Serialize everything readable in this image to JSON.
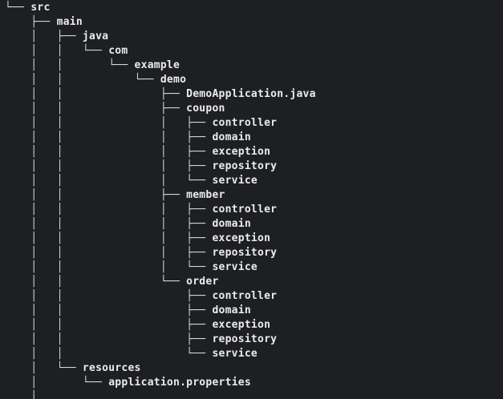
{
  "tree": {
    "lines": [
      {
        "prefix": "└── ",
        "name": "src"
      },
      {
        "prefix": "    ├── ",
        "name": "main"
      },
      {
        "prefix": "    │   ├── ",
        "name": "java"
      },
      {
        "prefix": "    │   │   └── ",
        "name": "com"
      },
      {
        "prefix": "    │   │       └── ",
        "name": "example"
      },
      {
        "prefix": "    │   │           └── ",
        "name": "demo"
      },
      {
        "prefix": "    │   │               ├── ",
        "name": "DemoApplication.java"
      },
      {
        "prefix": "    │   │               ├── ",
        "name": "coupon"
      },
      {
        "prefix": "    │   │               │   ├── ",
        "name": "controller"
      },
      {
        "prefix": "    │   │               │   ├── ",
        "name": "domain"
      },
      {
        "prefix": "    │   │               │   ├── ",
        "name": "exception"
      },
      {
        "prefix": "    │   │               │   ├── ",
        "name": "repository"
      },
      {
        "prefix": "    │   │               │   └── ",
        "name": "service"
      },
      {
        "prefix": "    │   │               ├── ",
        "name": "member"
      },
      {
        "prefix": "    │   │               │   ├── ",
        "name": "controller"
      },
      {
        "prefix": "    │   │               │   ├── ",
        "name": "domain"
      },
      {
        "prefix": "    │   │               │   ├── ",
        "name": "exception"
      },
      {
        "prefix": "    │   │               │   ├── ",
        "name": "repository"
      },
      {
        "prefix": "    │   │               │   └── ",
        "name": "service"
      },
      {
        "prefix": "    │   │               └── ",
        "name": "order"
      },
      {
        "prefix": "    │   │                   ├── ",
        "name": "controller"
      },
      {
        "prefix": "    │   │                   ├── ",
        "name": "domain"
      },
      {
        "prefix": "    │   │                   ├── ",
        "name": "exception"
      },
      {
        "prefix": "    │   │                   ├── ",
        "name": "repository"
      },
      {
        "prefix": "    │   │                   └── ",
        "name": "service"
      },
      {
        "prefix": "    │   └── ",
        "name": "resources"
      },
      {
        "prefix": "    │       └── ",
        "name": "application.properties"
      },
      {
        "prefix": "    │",
        "name": ""
      }
    ]
  }
}
